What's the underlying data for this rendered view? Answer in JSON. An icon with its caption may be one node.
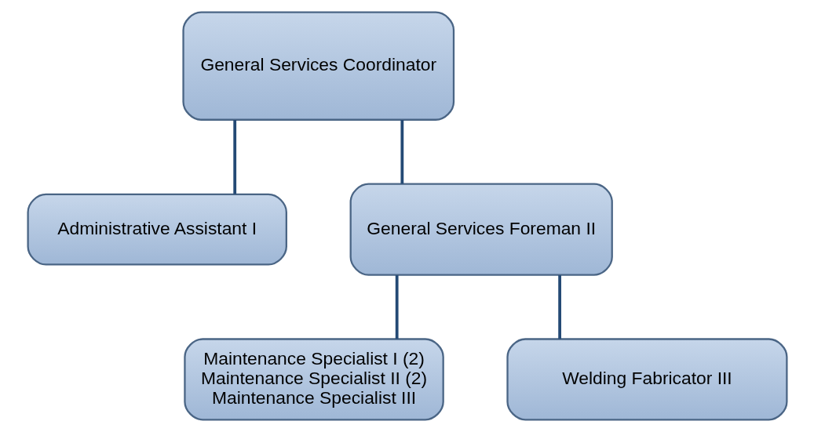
{
  "diagram": {
    "nodes": [
      {
        "text": [
          "General Services Coordinator"
        ]
      },
      {
        "text": [
          "Administrative Assistant I"
        ]
      },
      {
        "text": [
          "General Services Foreman II"
        ]
      },
      {
        "text": [
          "Maintenance Specialist I (2)",
          "Maintenance Specialist II (2)",
          "Maintenance Specialist III"
        ]
      },
      {
        "text": [
          "Welding Fabricator III"
        ]
      }
    ],
    "edges": [
      {
        "from": 0,
        "to": 1,
        "arrow": "none"
      },
      {
        "from": 0,
        "to": 2,
        "arrow": "none"
      },
      {
        "from": 2,
        "to": 3,
        "arrow": "none"
      },
      {
        "from": 2,
        "to": 4,
        "arrow": "none"
      }
    ]
  }
}
